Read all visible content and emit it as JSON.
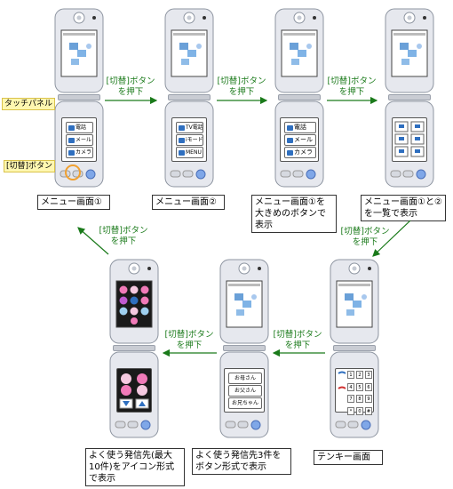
{
  "annotations": {
    "touch_panel": "タッチパネル",
    "switch_button": "[切替]ボタン"
  },
  "arrow_label": {
    "line1": "[切替]ボタン",
    "line2": "を押下"
  },
  "phones": [
    {
      "caption": "メニュー画面①",
      "panel": [
        {
          "label": "電話",
          "icon_color": "#2f6fbf"
        },
        {
          "label": "メール",
          "icon_color": "#2f6fbf"
        },
        {
          "label": "カメラ",
          "icon_color": "#2f6fbf"
        }
      ]
    },
    {
      "caption": "メニュー画面②",
      "panel": [
        {
          "label": "TV電話",
          "icon_color": "#2f6fbf"
        },
        {
          "label": "iモード",
          "icon_color": "#2f6fbf"
        },
        {
          "label": "MENU",
          "icon_color": "#2f6fbf"
        }
      ]
    },
    {
      "caption": "メニュー画面①を大きめのボタンで表示",
      "panel": [
        {
          "label": "電話",
          "icon_color": "#2f6fbf"
        },
        {
          "label": "メール",
          "icon_color": "#2f6fbf"
        },
        {
          "label": "カメラ",
          "icon_color": "#2f6fbf"
        }
      ]
    },
    {
      "caption": "メニュー画面①と②を一覧で表示",
      "panel_grid": true
    },
    {
      "caption": "テンキー画面",
      "keypad": [
        "1",
        "2",
        "3",
        "4",
        "5",
        "6",
        "7",
        "8",
        "9",
        "*",
        "0",
        "#"
      ]
    },
    {
      "caption": "よく使う発信先3件をボタン形式で表示",
      "panel": [
        {
          "label": "お母さん"
        },
        {
          "label": "お父さん"
        },
        {
          "label": "お兄ちゃん"
        }
      ]
    },
    {
      "caption": "よく使う発信先(最大10件)をアイコン形式で表示",
      "icon_mode": true
    }
  ],
  "colors": {
    "arrow": "#1a7a1a",
    "phone_body": "#e6e8ee",
    "phone_edge": "#8d94a0",
    "screen": "#ffffff",
    "highlight": "#f0a030"
  }
}
